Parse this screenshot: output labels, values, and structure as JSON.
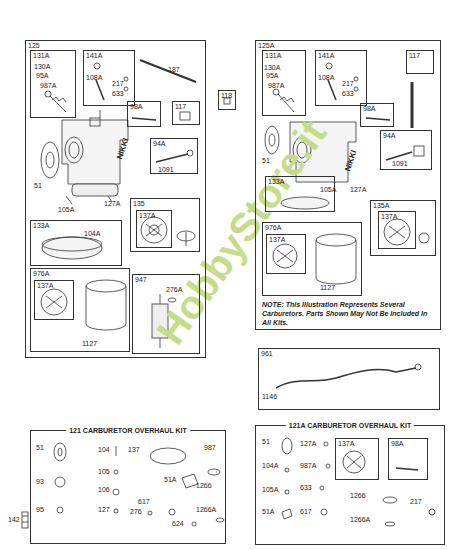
{
  "diagram": {
    "nodes": [
      {
        "text": [
          "125"
        ]
      },
      {
        "text": [
          "131A"
        ],
        "in": 0
      },
      {
        "text": [
          "141A"
        ],
        "in": 0
      },
      {
        "text": [
          "98A"
        ],
        "in": 0
      },
      {
        "text": [
          "117"
        ],
        "in": 0
      },
      {
        "text": [
          "94A"
        ],
        "in": 0
      },
      {
        "text": [
          "133A"
        ],
        "in": 0
      },
      {
        "text": [
          "135"
        ],
        "in": 0
      },
      {
        "text": [
          "137A"
        ],
        "in": 7
      },
      {
        "text": [
          "976A"
        ],
        "in": 0
      },
      {
        "text": [
          "137A"
        ],
        "in": 9
      },
      {
        "text": [
          "947"
        ],
        "in": 0
      },
      {
        "text": [
          "118"
        ]
      },
      {
        "text": [
          "125A"
        ]
      },
      {
        "text": [
          "131A"
        ],
        "in": 13
      },
      {
        "text": [
          "141A"
        ],
        "in": 13
      },
      {
        "text": [
          "117"
        ],
        "in": 13
      },
      {
        "text": [
          "98A"
        ],
        "in": 13
      },
      {
        "text": [
          "94A"
        ],
        "in": 13
      },
      {
        "text": [
          "133A"
        ],
        "in": 13
      },
      {
        "text": [
          "135A"
        ],
        "in": 13
      },
      {
        "text": [
          "137A"
        ],
        "in": 20
      },
      {
        "text": [
          "976A"
        ],
        "in": 13
      },
      {
        "text": [
          "137A"
        ],
        "in": 22
      },
      {
        "text": [
          "961"
        ]
      },
      {
        "text": [
          "121 CARBURETOR OVERHAUL KIT"
        ]
      },
      {
        "text": [
          "121A CARBURETOR OVERHAUL KIT"
        ]
      },
      {
        "text": [
          "137A"
        ],
        "in": 26
      },
      {
        "text": [
          "98A"
        ],
        "in": 26
      }
    ],
    "edges": [],
    "labels": [
      "130A",
      "95A",
      "987A",
      "108A",
      "217",
      "633",
      "187",
      "NIKKI",
      "51",
      "105A",
      "127A",
      "1091",
      "104A",
      "1127",
      "276A",
      "130A",
      "95A",
      "987A",
      "108A",
      "217",
      "633",
      "NIKKI",
      "51",
      "105A",
      "127A",
      "1091",
      "1127",
      "NOTE: This Illustration Represents Several Carburetors. Parts Shown May Not Be Included In All Kits.",
      "1146",
      "142",
      "51",
      "104",
      "137",
      "987",
      "93",
      "105",
      "51A",
      "1266",
      "95",
      "106",
      "617",
      "1266A",
      "127",
      "276",
      "624",
      "51",
      "127A",
      "987A",
      "104A",
      "105A",
      "633",
      "51A",
      "617",
      "1266",
      "1266A",
      "217",
      "HobbyStore.it"
    ]
  }
}
